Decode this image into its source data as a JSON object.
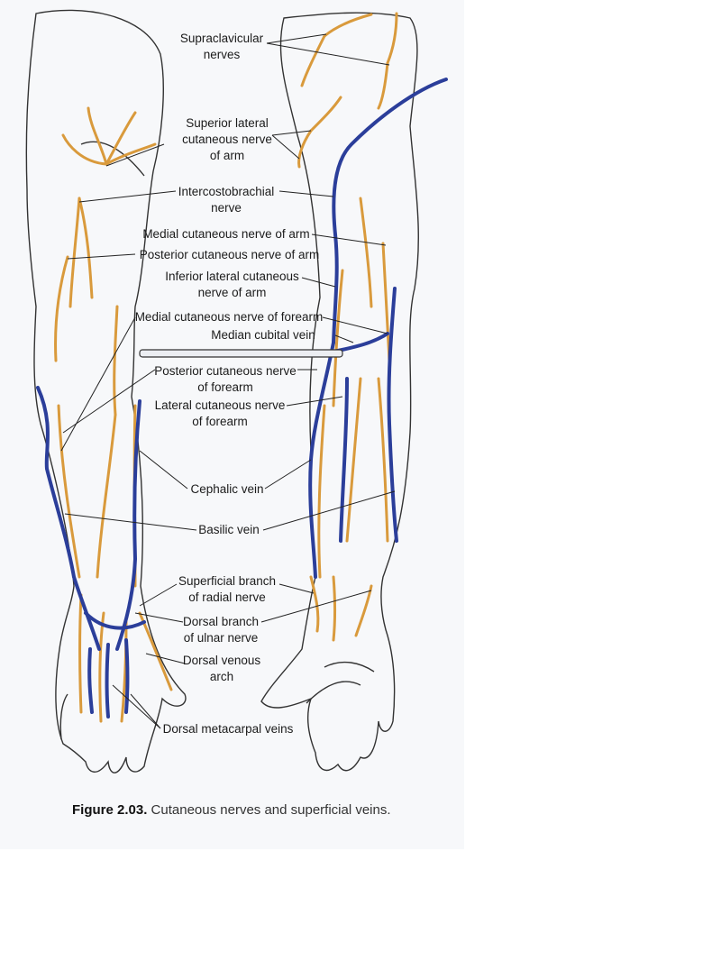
{
  "labels": {
    "supraclavicular": "Supraclavicular\nnerves",
    "superior_lateral": "Superior lateral\ncutaneous nerve\nof arm",
    "intercostobrachial": "Intercostobrachial\nnerve",
    "medial_cut_arm": "Medial cutaneous nerve of arm",
    "posterior_cut_arm": "Posterior cutaneous nerve of arm",
    "inferior_lateral": "Inferior lateral cutaneous\nnerve of arm",
    "medial_cut_forearm": "Medial cutaneous nerve of forearm",
    "median_cubital": "Median cubital vein",
    "posterior_cut_forearm": "Posterior cutaneous nerve\nof forearm",
    "lateral_cut_forearm": "Lateral cutaneous nerve\nof forearm",
    "cephalic": "Cephalic vein",
    "basilic": "Basilic vein",
    "superficial_radial": "Superficial branch\nof radial nerve",
    "dorsal_ulnar": "Dorsal branch\nof ulnar nerve",
    "dorsal_venous_arch": "Dorsal venous\narch",
    "dorsal_metacarpal": "Dorsal metacarpal veins"
  },
  "caption": {
    "figure": "Figure 2.03.",
    "text": " Cutaneous nerves and superficial veins."
  },
  "colors": {
    "nerve": "#d99a3c",
    "vein": "#2b3e9a",
    "outline": "#333333",
    "plate": "#f7f8fa"
  }
}
